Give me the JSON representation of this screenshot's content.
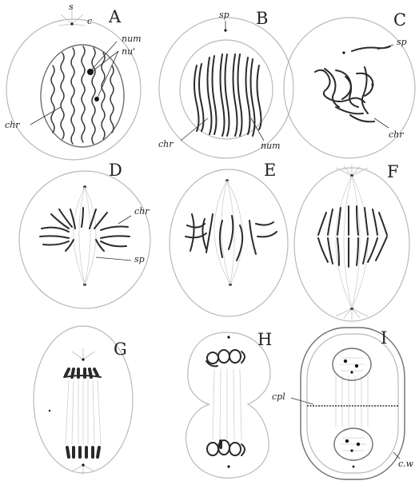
{
  "panels": {
    "A": {
      "letter": "A",
      "labels": {
        "s": "s",
        "c": "c",
        "num": "num",
        "nu_prime": "nu'",
        "chr": "chr"
      }
    },
    "B": {
      "letter": "B",
      "labels": {
        "sp": "sp",
        "chr": "chr",
        "num": "num"
      }
    },
    "C": {
      "letter": "C",
      "labels": {
        "sp": "sp",
        "chr": "chr"
      }
    },
    "D": {
      "letter": "D",
      "labels": {
        "chr": "chr",
        "sp": "sp"
      }
    },
    "E": {
      "letter": "E",
      "labels": {}
    },
    "F": {
      "letter": "F",
      "labels": {}
    },
    "G": {
      "letter": "G",
      "labels": {}
    },
    "H": {
      "letter": "H",
      "labels": {}
    },
    "I": {
      "letter": "I",
      "labels": {
        "cpl": "cpl",
        "cw": "c.w"
      }
    }
  }
}
